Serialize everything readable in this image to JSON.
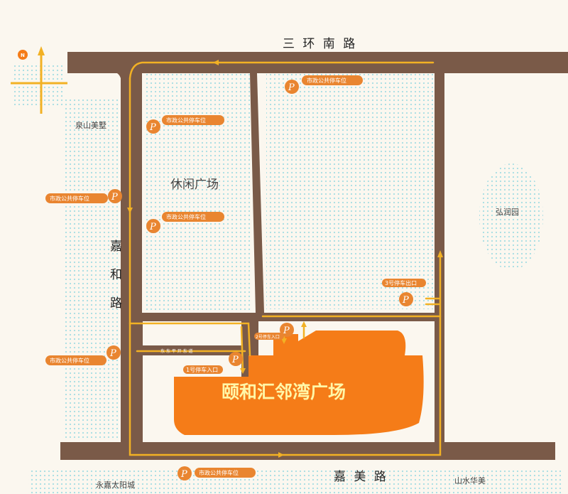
{
  "roads": {
    "top": "三 环 南 路",
    "bottom": "嘉 美 路",
    "left_chars": [
      "嘉",
      "和",
      "路"
    ],
    "inner_lane": "东 东 平 开 东 道"
  },
  "areas": {
    "quanshan": "泉山美墅",
    "hongrun": "弘润园",
    "yongjia": "永嘉太阳城",
    "shanshui": "山水华美"
  },
  "plaza_label": "休闲广场",
  "mall_label": "颐和汇邻湾广场",
  "parking": {
    "p_letter": "P",
    "public": "市政公共停车位",
    "exit3": "3号停车出口",
    "entry1": "1号停车入口",
    "entry2": "2号停车入口"
  },
  "compass": {
    "north": "N"
  },
  "colors": {
    "road": "#7a5a48",
    "route": "#f2b124",
    "mall": "#f57c18",
    "badge": "#e98530",
    "dots": "#a6dde3",
    "background": "#fbf7ef"
  }
}
